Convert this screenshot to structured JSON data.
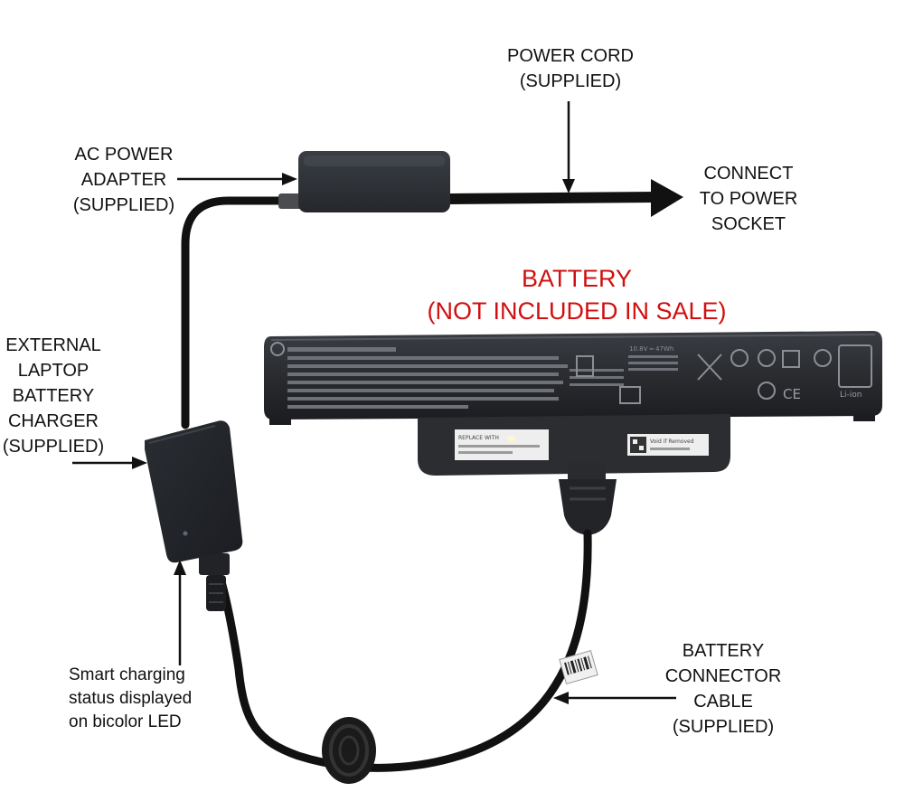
{
  "labels": {
    "power_cord": {
      "line1": "POWER CORD",
      "line2": "(SUPPLIED)"
    },
    "ac_adapter": {
      "line1": "AC POWER",
      "line2": "ADAPTER",
      "line3": "(SUPPLIED)"
    },
    "connect": {
      "line1": "CONNECT",
      "line2": "TO POWER",
      "line3": "SOCKET"
    },
    "battery": {
      "line1": "BATTERY",
      "line2": "(NOT INCLUDED IN SALE)"
    },
    "charger": {
      "line1": "EXTERNAL",
      "line2": "LAPTOP",
      "line3": "BATTERY",
      "line4": "CHARGER",
      "line5": "(SUPPLIED)"
    },
    "led": {
      "line1": "Smart charging",
      "line2": "status displayed",
      "line3": "on bicolor LED"
    },
    "connector_cable": {
      "line1": "BATTERY",
      "line2": "CONNECTOR",
      "line3": "CABLE",
      "line4": "(SUPPLIED)"
    }
  },
  "battery_label": {
    "spec": "10.8V ═ 47Wh",
    "li_ion": "Li-ion",
    "replace": "REPLACE WITH",
    "void": "Void if Removed"
  },
  "colors": {
    "annotation_red": "#d01010",
    "device_body": "#2b2e33",
    "cable": "#111111"
  }
}
